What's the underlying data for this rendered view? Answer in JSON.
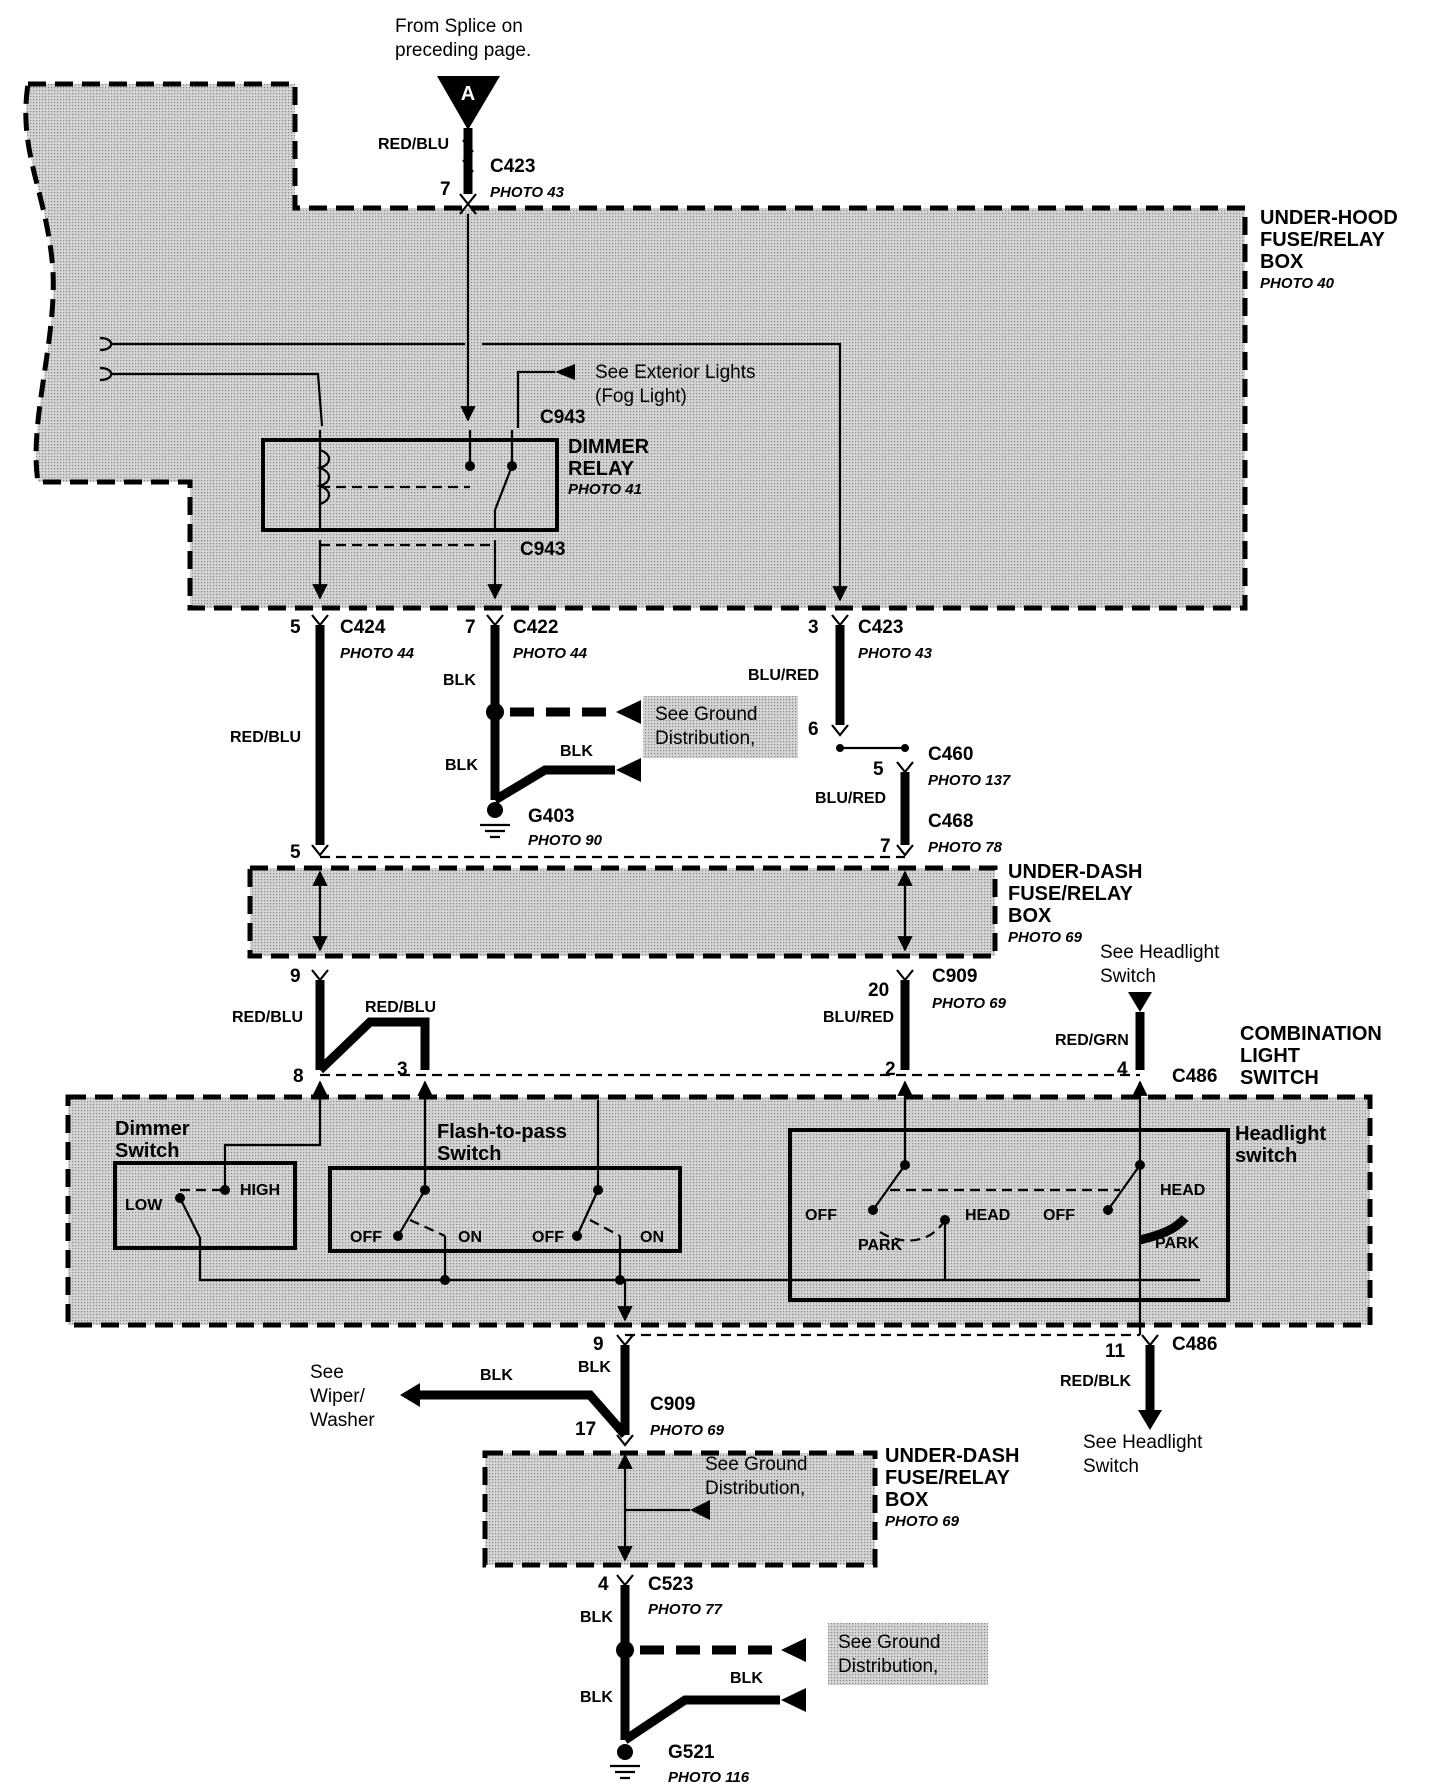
{
  "top_note": [
    "From Splice on",
    "preceding page."
  ],
  "labels": {
    "A": "A",
    "from_splice_wire": "RED/BLU",
    "c423_top": "C423",
    "c423_top_pin": "7",
    "c423_top_photo": "PHOTO 43",
    "underhood": [
      "UNDER-HOOD",
      "FUSE/RELAY",
      "BOX"
    ],
    "underhood_photo": "PHOTO 40",
    "see_ext": [
      "See Exterior Lights",
      "(Fog Light)"
    ],
    "c943_a": "C943",
    "c943_b": "C943",
    "dimmer_relay": [
      "DIMMER",
      "RELAY"
    ],
    "dimmer_relay_photo": "PHOTO 41",
    "c424": "C424",
    "c424_pin": "5",
    "c424_photo": "PHOTO 44",
    "c422": "C422",
    "c422_pin": "7",
    "c422_photo": "PHOTO 44",
    "c423_b": "C423",
    "c423_b_pin": "3",
    "c423_b_photo": "PHOTO 43",
    "red_blu_1": "RED/BLU",
    "blk_1": "BLK",
    "blk_2": "BLK",
    "blk_3": "BLK",
    "see_ground_1": [
      "See Ground",
      "Distribution,"
    ],
    "g403": "G403",
    "g403_photo": "PHOTO 90",
    "blu_red_1": "BLU/RED",
    "pin_6": "6",
    "c460": "C460",
    "c460_pin": "5",
    "c460_photo": "PHOTO 137",
    "blu_red_2": "BLU/RED",
    "c468": "C468",
    "c468_pin": "7",
    "c468_photo": "PHOTO 78",
    "pin_5b": "5",
    "underdash_1": [
      "UNDER-DASH",
      "FUSE/RELAY",
      "BOX"
    ],
    "underdash_1_photo": "PHOTO 69",
    "see_headlight_top": [
      "See Headlight",
      "Switch"
    ],
    "pin_9": "9",
    "pin_20": "20",
    "c909_a": "C909",
    "c909_a_photo": "PHOTO 69",
    "red_blu_2": "RED/BLU",
    "red_blu_3": "RED/BLU",
    "blu_red_3": "BLU/RED",
    "red_grn": "RED/GRN",
    "combination": [
      "COMBINATION",
      "LIGHT",
      "SWITCH"
    ],
    "pin_8": "8",
    "pin_3": "3",
    "pin_2": "2",
    "pin_4": "4",
    "c486_a": "C486",
    "dimmer_switch": [
      "Dimmer",
      "Switch"
    ],
    "low": "LOW",
    "high": "HIGH",
    "flash_to_pass": [
      "Flash-to-pass",
      "Switch"
    ],
    "off": "OFF",
    "on": "ON",
    "headlight_switch": [
      "Headlight",
      "switch"
    ],
    "head": "HEAD",
    "park": "PARK",
    "pin_9b": "9",
    "blk_4": "BLK",
    "blk_5": "BLK",
    "see_wiper": [
      "See",
      "Wiper/",
      "Washer"
    ],
    "c909_b": "C909",
    "c909_b_photo": "PHOTO 69",
    "pin_17": "17",
    "pin_11": "11",
    "c486_b": "C486",
    "red_blk": "RED/BLK",
    "see_headlight_bottom": [
      "See Headlight",
      "Switch"
    ],
    "underdash_2": [
      "UNDER-DASH",
      "FUSE/RELAY",
      "BOX"
    ],
    "underdash_2_photo": "PHOTO 69",
    "see_ground_2": [
      "See Ground",
      "Distribution,"
    ],
    "c523": "C523",
    "c523_pin": "4",
    "c523_photo": "PHOTO 77",
    "blk_6": "BLK",
    "blk_7": "BLK",
    "blk_8": "BLK",
    "see_ground_3": [
      "See Ground",
      "Distribution,"
    ],
    "g521": "G521",
    "g521_photo": "PHOTO 116"
  }
}
